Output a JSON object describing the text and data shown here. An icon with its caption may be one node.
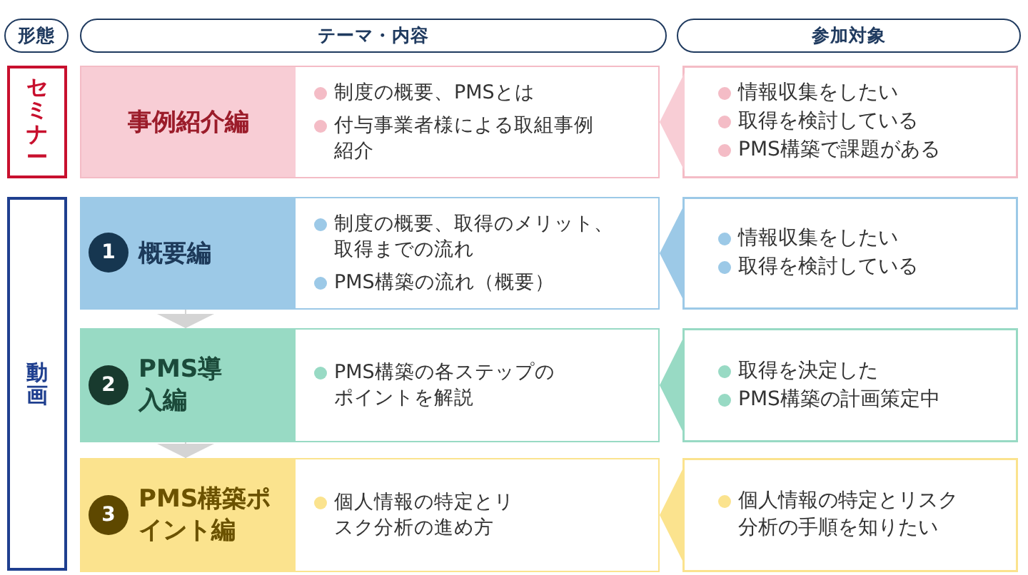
{
  "diagram": {
    "nodes": [
      {
        "text": [
          "形態"
        ]
      },
      {
        "text": [
          "テーマ・内容"
        ]
      },
      {
        "text": [
          "参加対象"
        ]
      },
      {
        "text": [
          "セミナー"
        ]
      },
      {
        "text": [
          "事例紹介編",
          "制度の概要、PMSとは",
          "付与事業者様による取組事例紹介"
        ]
      },
      {
        "text": [
          "情報収集をしたい",
          "取得を検討している",
          "PMS構築で課題がある"
        ]
      },
      {
        "text": [
          "動画"
        ]
      },
      {
        "text": [
          "概要編",
          "制度の概要、取得のメリット、取得までの流れ",
          "PMS構築の流れ（概要）"
        ]
      },
      {
        "text": [
          "1"
        ],
        "in": 7
      },
      {
        "text": [
          "情報収集をしたい",
          "取得を検討している"
        ]
      },
      {
        "text": [
          "PMS導入編",
          "PMS構築の各ステップのポイントを解説"
        ]
      },
      {
        "text": [
          "2"
        ],
        "in": 10
      },
      {
        "text": [
          "取得を決定した",
          "PMS構築の計画策定中"
        ]
      },
      {
        "text": [
          "PMS構築ポイント編",
          "個人情報の特定とリスク分析の進め方"
        ]
      },
      {
        "text": [
          "3"
        ],
        "in": 13
      },
      {
        "text": [
          "個人情報の特定とリスク分析の手順を知りたい"
        ]
      }
    ],
    "edges": [
      {
        "from": 7,
        "to": 10,
        "arrow": "to"
      },
      {
        "from": 10,
        "to": 13,
        "arrow": "to"
      }
    ]
  }
}
